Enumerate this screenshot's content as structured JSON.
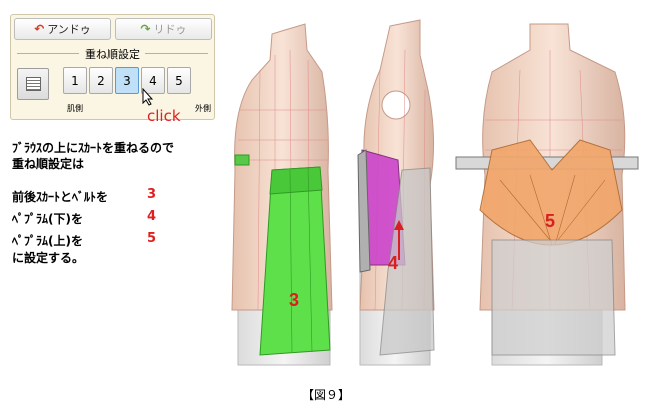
{
  "toolbar": {
    "undo_label": "アンドゥ",
    "redo_label": "リドゥ"
  },
  "order_panel": {
    "title": "重ね順設定",
    "buttons": [
      "1",
      "2",
      "3",
      "4",
      "5"
    ],
    "selected": "3",
    "inner_label": "肌側",
    "outer_label": "外側",
    "click_label": "click"
  },
  "description": {
    "line1": "ﾌﾞﾗｳｽの上にｽｶｰﾄを重ねるので",
    "line2": "重ね順設定は",
    "rows": [
      {
        "label": "前後ｽｶｰﾄとﾍﾞﾙﾄを",
        "value": "3"
      },
      {
        "label": "ﾍﾟﾌﾟﾗﾑ(下)を",
        "value": "4"
      },
      {
        "label": "ﾍﾟﾌﾟﾗﾑ(上)を",
        "value": "5"
      }
    ],
    "footer": "に設定する。"
  },
  "figure": {
    "markers": {
      "front": "3",
      "side": "4",
      "back": "5"
    },
    "caption": "【図９】"
  },
  "colors": {
    "accent_red": "#e02020",
    "skirt_green": "#55dd44",
    "peplum_purple": "#cc44cc",
    "peplum_orange": "#f0a060"
  }
}
